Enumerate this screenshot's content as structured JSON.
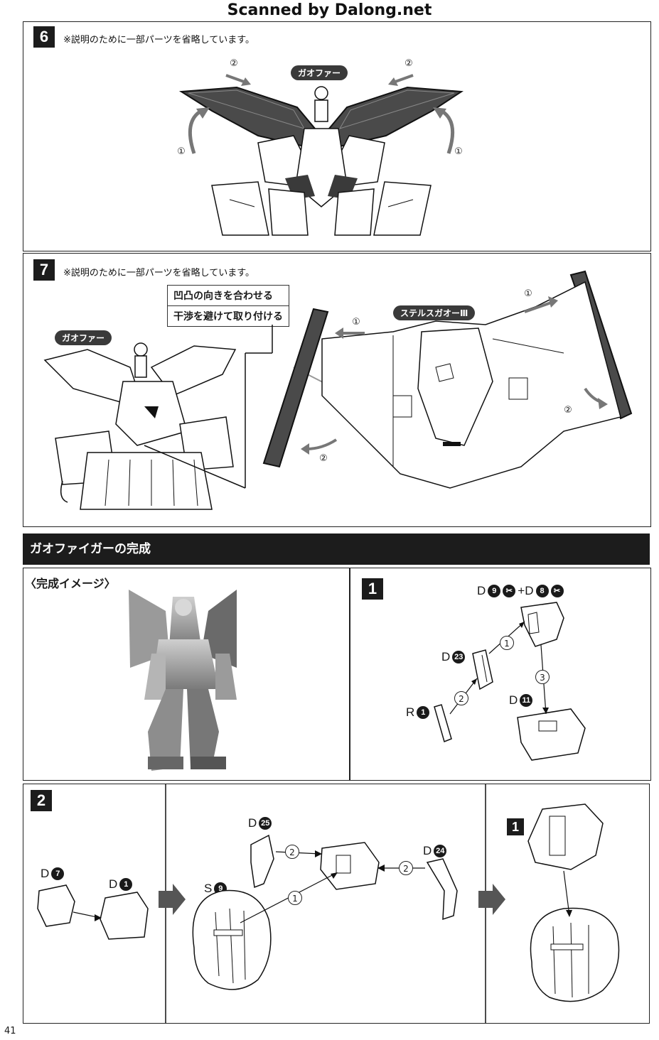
{
  "watermark": "Scanned by Dalong.net",
  "step6": {
    "number": "6",
    "note": "※説明のために一部パーツを省略しています。",
    "label": "ガオファー",
    "arrows": [
      "①",
      "②",
      "②",
      "①"
    ]
  },
  "step7": {
    "number": "7",
    "note": "※説明のために一部パーツを省略しています。",
    "callout_line1": "凹凸の向きを合わせる",
    "callout_line2": "干渉を避けて取り付ける",
    "label_left": "ガオファー",
    "label_right": "ステルスガオーⅢ",
    "arrows": [
      "①",
      "①",
      "②",
      "②"
    ]
  },
  "section": {
    "title": "ガオファイガーの完成"
  },
  "complete": {
    "caption": "〈完成イメージ〉"
  },
  "sub1": {
    "number": "1",
    "top_label": "D",
    "top_badge1": "9",
    "top_plus": "+D",
    "top_badge2": "8",
    "d23_letter": "D",
    "d23_badge": "23",
    "d11_letter": "D",
    "d11_badge": "11",
    "r1_letter": "R",
    "r1_badge": "1",
    "steps": [
      "1",
      "2",
      "3"
    ]
  },
  "sub2": {
    "number": "2",
    "d7_letter": "D",
    "d7_badge": "7",
    "d1_letter": "D",
    "d1_badge": "1",
    "s9_letter": "S",
    "s9_badge": "9",
    "d25_letter": "D",
    "d25_badge": "25",
    "d24_letter": "D",
    "d24_badge": "24",
    "steps": [
      "2",
      "1",
      "2"
    ],
    "ref_number": "1"
  },
  "page_number": "41"
}
